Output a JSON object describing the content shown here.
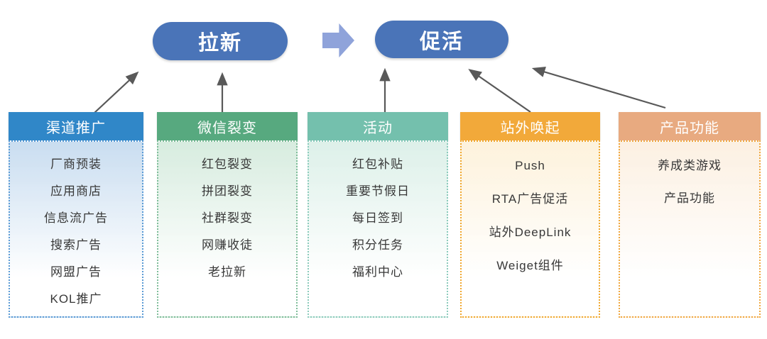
{
  "nodes": {
    "acquire": {
      "label": "拉新"
    },
    "activate": {
      "label": "促活"
    }
  },
  "colors": {
    "pill": "#4a74b8",
    "block_arrow": "#8fa3da",
    "arrow_line": "#595959"
  },
  "columns": [
    {
      "header": "渠道推广",
      "header_color": "#3087c8",
      "border_color": "#5b9bd5",
      "bg_top": "#c9ddf0",
      "points_to": "拉新",
      "items": [
        "厂商预装",
        "应用商店",
        "信息流广告",
        "搜索广告",
        "网盟广告",
        "KOL推广"
      ]
    },
    {
      "header": "微信裂变",
      "header_color": "#57a97f",
      "border_color": "#7fbd9a",
      "bg_top": "#d7ecdf",
      "points_to": "拉新",
      "items": [
        "红包裂变",
        "拼团裂变",
        "社群裂变",
        "网赚收徒",
        "老拉新"
      ]
    },
    {
      "header": "活动",
      "header_color": "#74c0ad",
      "border_color": "#8ccbbc",
      "bg_top": "#ddf0e9",
      "points_to": "促活",
      "items": [
        "红包补贴",
        "重要节假日",
        "每日签到",
        "积分任务",
        "福利中心"
      ]
    },
    {
      "header": "站外唤起",
      "header_color": "#f2a93a",
      "border_color": "#f0a830",
      "bg_top": "#fdf2dc",
      "points_to": "促活",
      "items": [
        "Push",
        "RTA广告促活",
        "站外DeepLink",
        "Weiget组件"
      ]
    },
    {
      "header": "产品功能",
      "header_color": "#e8aa80",
      "border_color": "#f0a840",
      "bg_top": "#fcf0e2",
      "points_to": "促活",
      "items": [
        "养成类游戏",
        "产品功能"
      ]
    }
  ]
}
